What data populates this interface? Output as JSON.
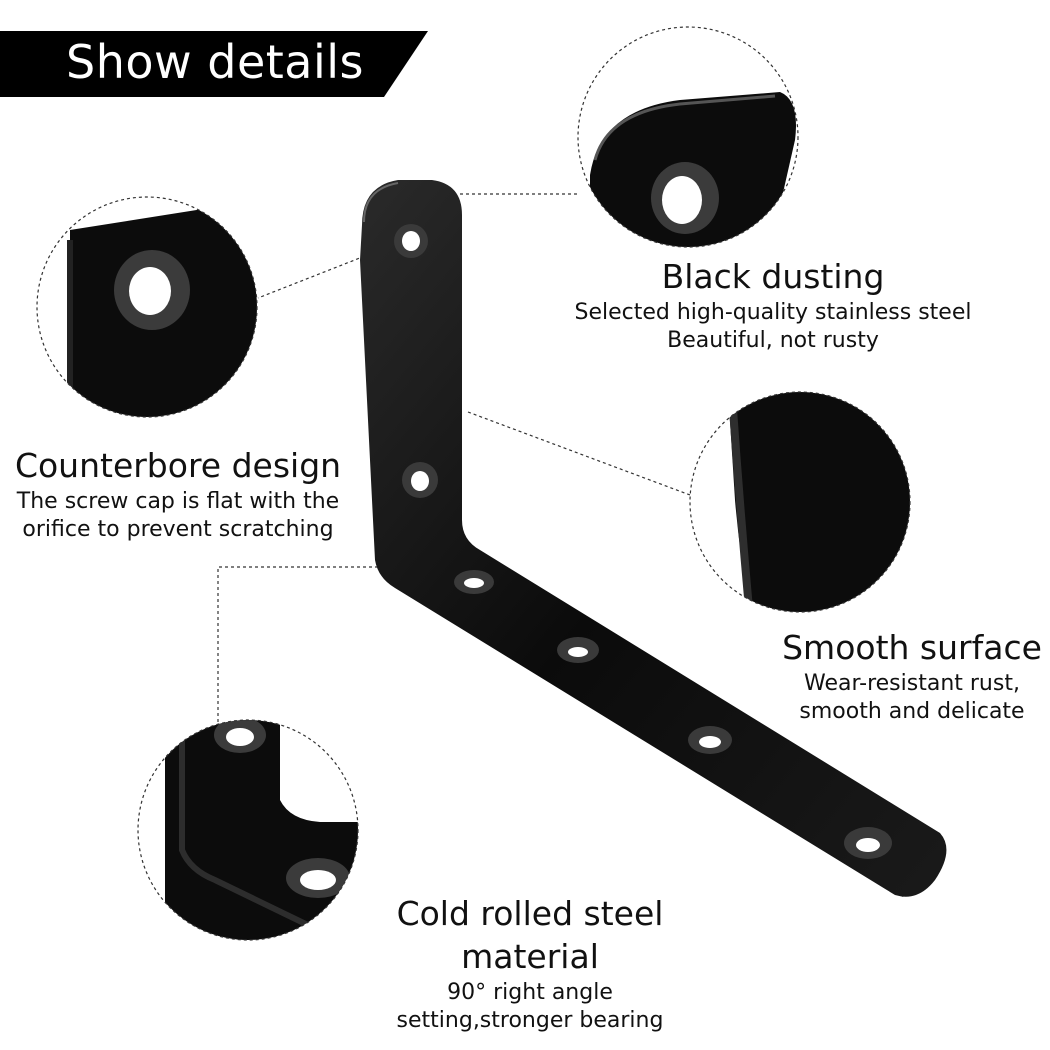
{
  "header": {
    "banner_text": "Show details"
  },
  "features": {
    "black_dusting": {
      "title": "Black dusting",
      "lines": [
        "Selected high-quality stainless steel",
        "Beautiful, not rusty"
      ]
    },
    "counterbore": {
      "title": "Counterbore design",
      "lines": [
        "The screw cap is flat with the",
        "orifice to prevent scratching"
      ]
    },
    "smooth_surface": {
      "title": "Smooth surface",
      "lines": [
        "Wear-resistant rust,",
        "smooth and delicate"
      ]
    },
    "cold_rolled": {
      "title": "Cold rolled steel material",
      "lines": [
        "90°  right angle",
        "setting,stronger bearing"
      ]
    }
  },
  "colors": {
    "bracket": "#0d0d0d",
    "banner": "#000000",
    "background": "#ffffff"
  }
}
